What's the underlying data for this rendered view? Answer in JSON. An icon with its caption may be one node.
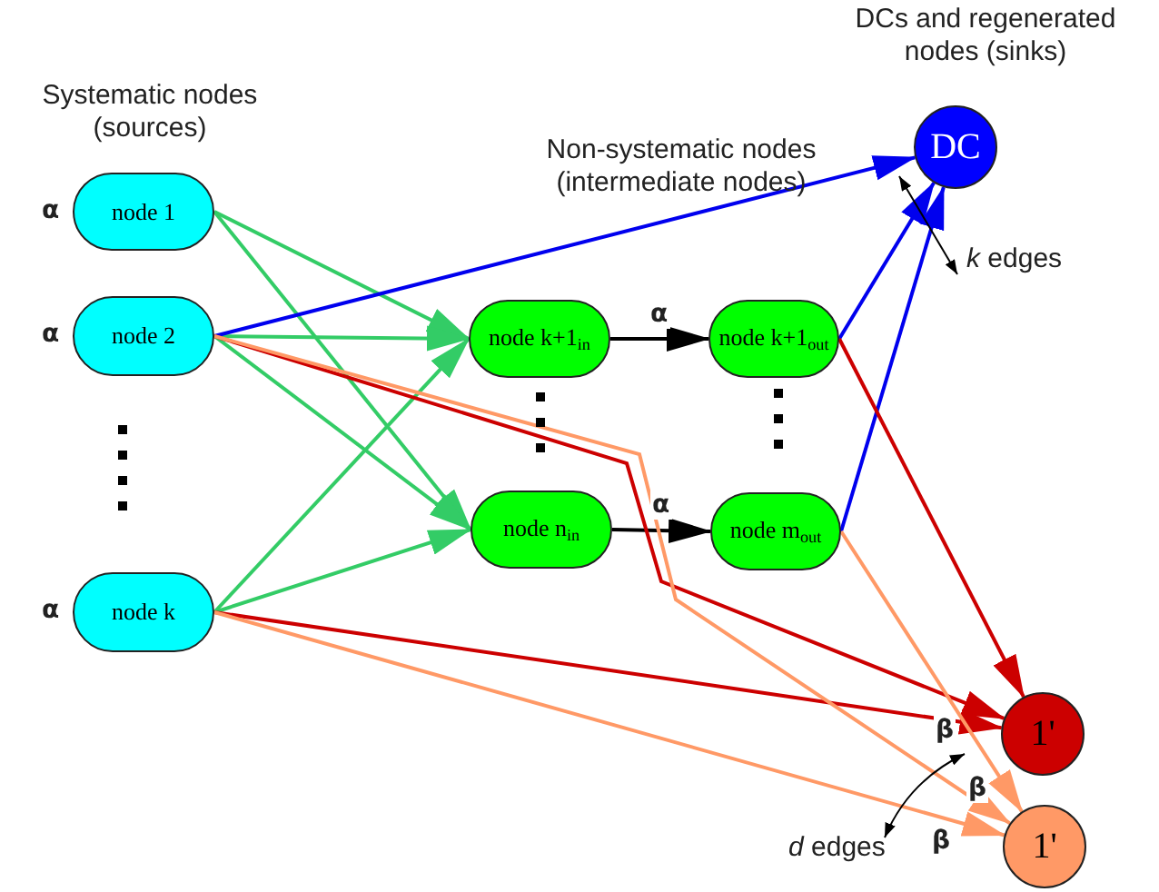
{
  "diagram": {
    "nodes": [
      {
        "text": [
          "node 1"
        ],
        "beside": [
          "α"
        ]
      },
      {
        "text": [
          "node 2"
        ],
        "beside": [
          "α"
        ]
      },
      {
        "text": [
          "node k"
        ],
        "beside": [
          "α"
        ]
      },
      {
        "text": [
          "node k+1$_{in}$"
        ]
      },
      {
        "text": [
          "node n$_{in}$"
        ]
      },
      {
        "text": [
          "node k+1$_{out}$"
        ]
      },
      {
        "text": [
          "node m$_{out}$"
        ]
      },
      {
        "text": [
          "DC"
        ]
      },
      {
        "text": [
          "1'"
        ]
      },
      {
        "text": [
          "1'"
        ]
      }
    ],
    "edges": [
      {
        "from": 0,
        "to": 3,
        "arrow": "to"
      },
      {
        "from": 0,
        "to": 4,
        "arrow": "to"
      },
      {
        "from": 1,
        "to": 3,
        "arrow": "to"
      },
      {
        "from": 1,
        "to": 4,
        "arrow": "to"
      },
      {
        "from": 2,
        "to": 3,
        "arrow": "to"
      },
      {
        "from": 2,
        "to": 4,
        "arrow": "to"
      },
      {
        "from": 1,
        "to": 7,
        "arrow": "to",
        "color": "#0000ee"
      },
      {
        "from": 5,
        "to": 7,
        "arrow": "to",
        "color": "#0000ee"
      },
      {
        "from": 6,
        "to": 7,
        "arrow": "to",
        "color": "#0000ee"
      },
      {
        "from": 3,
        "to": 5,
        "arrow": "to",
        "label": "α",
        "color": "#000000"
      },
      {
        "from": 4,
        "to": 6,
        "arrow": "to",
        "label": "α",
        "color": "#000000"
      },
      {
        "from": 1,
        "to": 8,
        "arrow": "to",
        "color": "#cc0000"
      },
      {
        "from": 2,
        "to": 8,
        "arrow": "to",
        "color": "#cc0000"
      },
      {
        "from": 5,
        "to": 8,
        "arrow": "to",
        "color": "#cc0000"
      },
      {
        "from": 1,
        "to": 9,
        "arrow": "to",
        "label": "β",
        "color": "#ff9966"
      },
      {
        "from": 2,
        "to": 9,
        "arrow": "to",
        "label": "β",
        "color": "#ff9966"
      },
      {
        "from": 6,
        "to": 9,
        "arrow": "to",
        "label": "β",
        "color": "#ff9966"
      }
    ],
    "labels": [
      "Systematic nodes (sources)",
      "Non-systematic nodes (intermediate nodes)",
      "DCs and regenerated nodes (sinks)",
      "*k* edges",
      "*d* edges"
    ]
  }
}
